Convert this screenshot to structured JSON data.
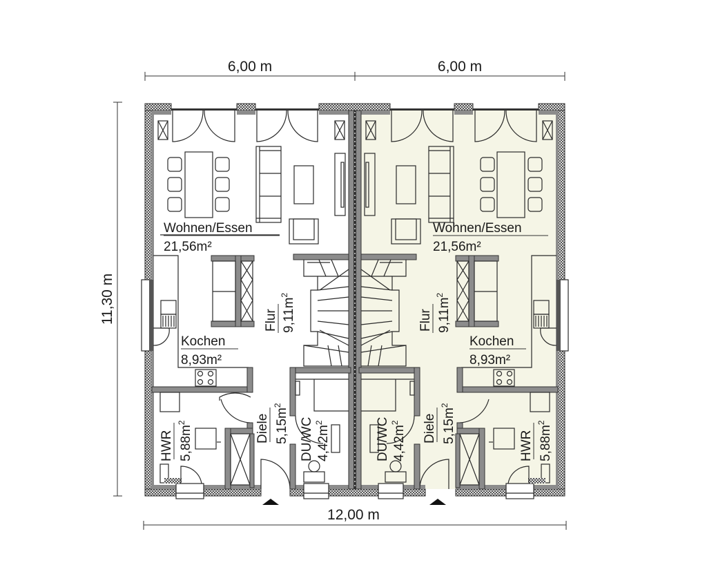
{
  "plan": {
    "type": "floor plan",
    "description": "Semi-detached house (Doppelhaus) ground floor, two mirrored units",
    "colors": {
      "background": "#ffffff",
      "left_unit_fill": "#ffffff",
      "right_unit_fill": "#f5f5e6",
      "wall_fill": "#8c8c8c",
      "line": "#2a2a2a"
    }
  },
  "dimensions": {
    "top_left": "6,00 m",
    "top_right": "6,00 m",
    "left_vertical": "11,30 m",
    "bottom_total": "12,00 m"
  },
  "units": [
    {
      "side": "left",
      "highlighted": false,
      "rooms": {
        "wohnen": {
          "name": "Wohnen/Essen",
          "area": "21,56m²"
        },
        "kochen": {
          "name": "Kochen",
          "area": "8,93m²"
        },
        "flur": {
          "name": "Flur",
          "area": "9,11m",
          "sup": "2"
        },
        "diele": {
          "name": "Diele",
          "area": "5,15m",
          "sup": "2"
        },
        "duwc": {
          "name": "DU/WC",
          "area": "4,42m",
          "sup": "2"
        },
        "hwr": {
          "name": "HWR",
          "area": "5,88m",
          "sup": "2"
        }
      }
    },
    {
      "side": "right",
      "highlighted": true,
      "rooms": {
        "wohnen": {
          "name": "Wohnen/Essen",
          "area": "21,56m²"
        },
        "kochen": {
          "name": "Kochen",
          "area": "8,93m²"
        },
        "flur": {
          "name": "Flur",
          "area": "9,11m",
          "sup": "2"
        },
        "diele": {
          "name": "Diele",
          "area": "5,15m",
          "sup": "2"
        },
        "duwc": {
          "name": "DU/WC",
          "area": "4,42m",
          "sup": "2"
        },
        "hwr": {
          "name": "HWR",
          "area": "5,88m",
          "sup": "2"
        }
      }
    }
  ],
  "markers": {
    "entrance_icon": "triangle-up",
    "count": 2
  }
}
